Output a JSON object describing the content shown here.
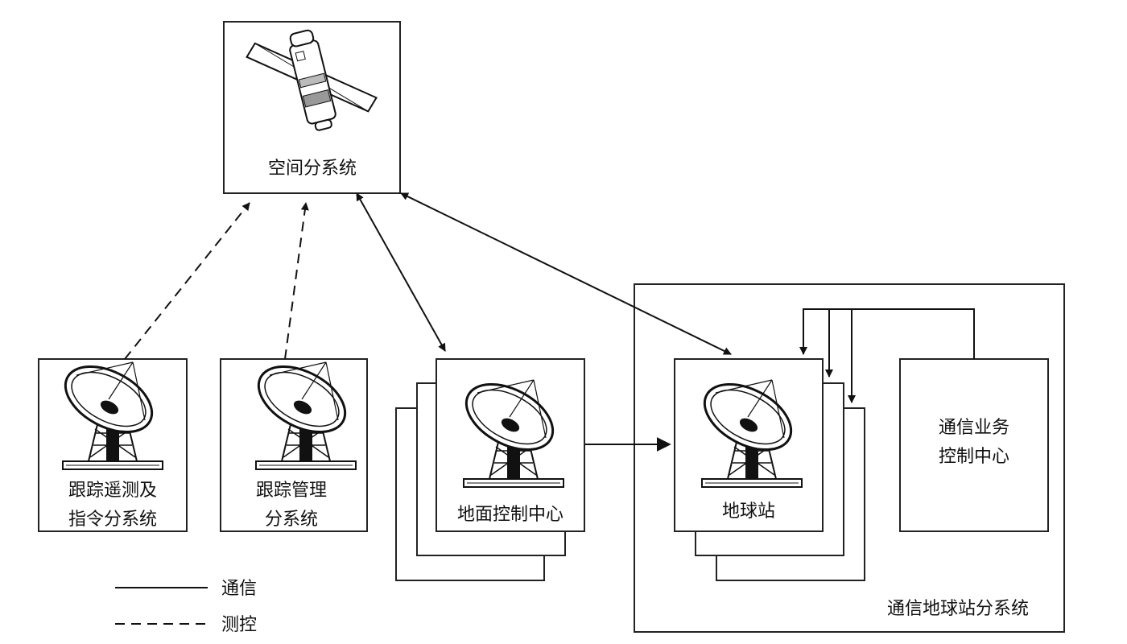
{
  "nodes": {
    "space": {
      "label": "空间分系统"
    },
    "ttc": {
      "label_line1": "跟踪遥测及",
      "label_line2": "指令分系统"
    },
    "tracking_mgmt": {
      "label_line1": "跟踪管理",
      "label_line2": "分系统"
    },
    "ground_control": {
      "label": "地面控制中心"
    },
    "earth_station": {
      "label": "地球站"
    },
    "comm_ops": {
      "label_line1": "通信业务",
      "label_line2": "控制中心"
    }
  },
  "group": {
    "label": "通信地球站分系统"
  },
  "legend": {
    "solid": "通信",
    "dashed": "测控"
  },
  "icons": [
    "satellite-icon",
    "dish-antenna-icon"
  ]
}
